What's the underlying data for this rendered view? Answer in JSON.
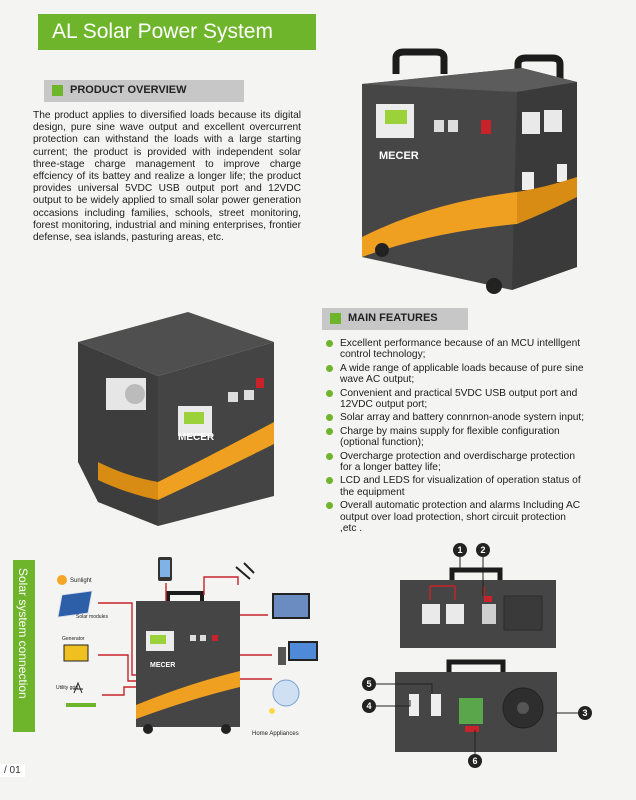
{
  "page_title": "AL Solar Power System",
  "overview": {
    "heading": "PRODUCT OVERVIEW",
    "text": "The product applies to diversified loads because its digital design, pure sine wave output and excellent overcurrent protection can withstand the loads with a large starting current; the product is provided with independent solar three-stage charge management to improve charge effciency of its battey  and realize a longer life; the product provides universal 5VDC USB output port and  12VDC output to be widely  applied to small solar power generation occasions including families, schools, street monitoring, forest monitoring, industrial and mining enterprises, frontier defense, sea islands, pasturing areas, etc."
  },
  "features": {
    "heading": "MAIN FEATURES",
    "items": [
      "Excellent performance because of an MCU intelllgent control technology;",
      "A wide range of applicable loads because of pure sine wave AC output;",
      "Convenient and practical 5VDC USB output port and 12VDC output port;",
      "Solar array and battery connrnon-anode systern input;",
      "Charge by mains supply for flexible configuration (optional function);",
      "Overcharge protection and overdischarge protection for a longer battey life;",
      "LCD and LEDS for visualization of operation status of the equipment",
      "Overall automatic protection and alarms Including AC output over load protection, short circuit protection ,etc ."
    ]
  },
  "side_label": "Solar system connection",
  "page_number": "/ 01",
  "brand": "MECER",
  "diagram": {
    "sunlight": "Sunlight",
    "solar_modules": "Solar modules",
    "generator": "Generator",
    "utility_grid": "Utility grid",
    "home_appliances": "Home Appliances"
  },
  "callouts": [
    "1",
    "2",
    "3",
    "4",
    "5",
    "6"
  ],
  "colors": {
    "green": "#6fb52c",
    "orange": "#f0a020",
    "grey": "#c7c7c7",
    "device": "#4a4a4a"
  }
}
